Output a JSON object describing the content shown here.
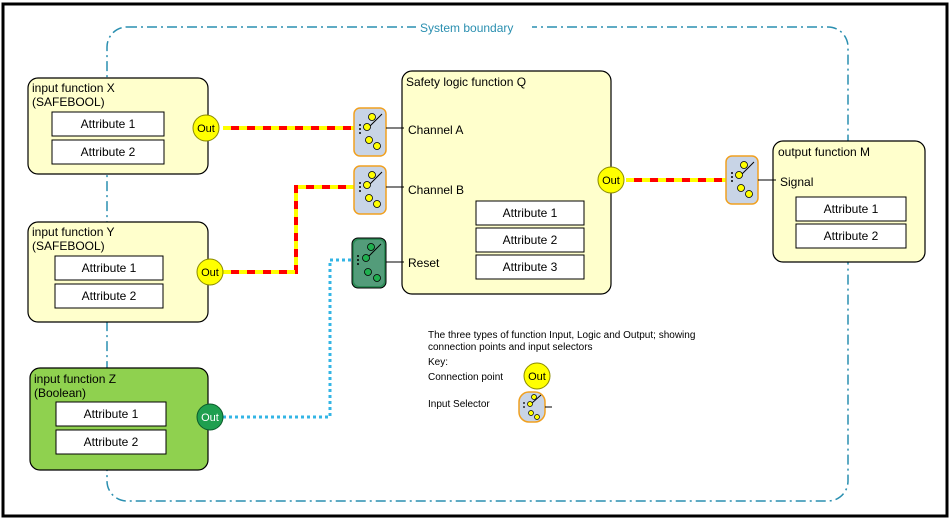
{
  "diagram": {
    "boundary_label": "System boundary",
    "functions": {
      "x": {
        "title_1": "input function X",
        "title_2": "(SAFEBOOL)",
        "attributes": [
          "Attribute 1",
          "Attribute 2"
        ],
        "out": "Out"
      },
      "y": {
        "title_1": "input function Y",
        "title_2": "(SAFEBOOL)",
        "attributes": [
          "Attribute 1",
          "Attribute 2"
        ],
        "out": "Out"
      },
      "z": {
        "title_1": "input function Z",
        "title_2": "(Boolean)",
        "attributes": [
          "Attribute 1",
          "Attribute 2"
        ],
        "out": "Out"
      },
      "q": {
        "title": "Safety logic function Q",
        "channels": [
          "Channel A",
          "Channel B",
          "Reset"
        ],
        "attributes": [
          "Attribute 1",
          "Attribute 2",
          "Attribute 3"
        ],
        "out": "Out"
      },
      "m": {
        "title": "output function M",
        "signal": "Signal",
        "attributes": [
          "Attribute 1",
          "Attribute 2"
        ]
      }
    },
    "key": {
      "description_1": "The three types of function Input, Logic and Output; showing",
      "description_2": "connection points and input selectors",
      "title": "Key:",
      "connection_point_label": "Connection point",
      "connection_point_symbol": "Out",
      "input_selector_label": "Input Selector"
    },
    "colors": {
      "function_fill": "#ffffcc",
      "boolean_fill": "#8fd14f",
      "connection_point": "#ffff00",
      "boolean_point": "#1f9f4f",
      "safe_line_red": "#ff0000",
      "safe_line_yellow": "#ffff00",
      "boolean_line": "#33b5e5",
      "boundary": "#2a8fb0",
      "selector_fill": "#c8d4e6",
      "selector_border": "#f0a020"
    }
  }
}
